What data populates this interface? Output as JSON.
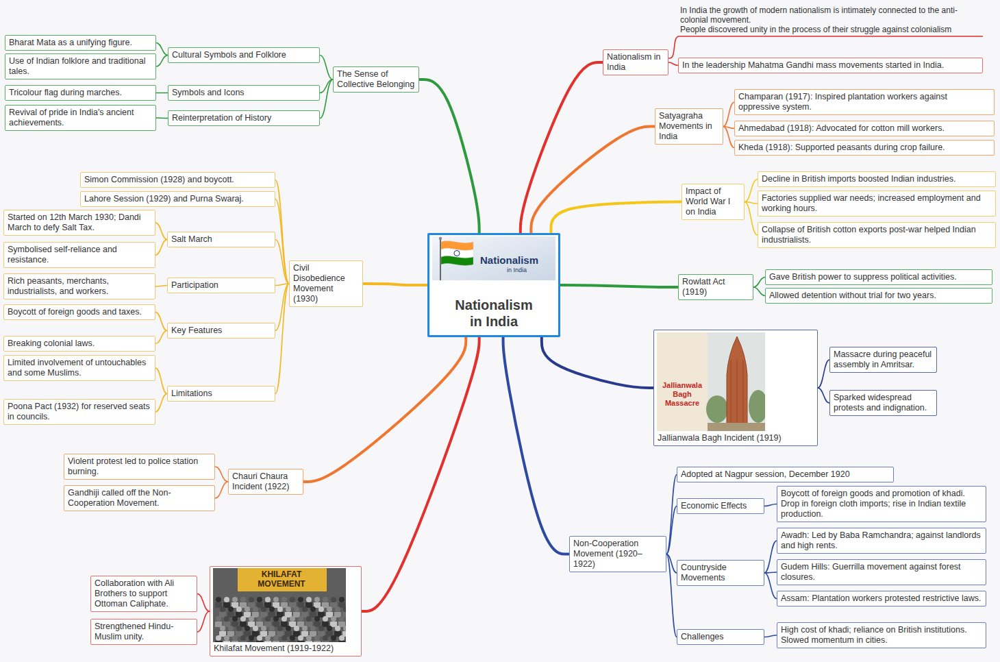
{
  "diagram": {
    "nodes": [
      {
        "text": [
          "Nationalism in India"
        ]
      },
      {
        "text": [
          "The Sense of Collective Belonging"
        ]
      },
      {
        "text": [
          "Cultural Symbols and Folklore"
        ]
      },
      {
        "text": [
          "Symbols and Icons"
        ]
      },
      {
        "text": [
          "Reinterpretation of History"
        ]
      },
      {
        "text": [
          "Bharat Mata as a unifying figure."
        ]
      },
      {
        "text": [
          "Use of Indian folklore and traditional tales."
        ]
      },
      {
        "text": [
          "Tricolour flag during marches."
        ]
      },
      {
        "text": [
          "Revival of pride in India's ancient achievements."
        ]
      },
      {
        "text": [
          "Civil Disobedience Movement (1930)"
        ]
      },
      {
        "text": [
          "Simon Commission (1928) and boycott."
        ]
      },
      {
        "text": [
          "Lahore Session (1929) and Purna Swaraj."
        ]
      },
      {
        "text": [
          "Salt March"
        ]
      },
      {
        "text": [
          "Participation"
        ]
      },
      {
        "text": [
          "Key Features"
        ]
      },
      {
        "text": [
          "Limitations"
        ]
      },
      {
        "text": [
          "Started on 12th March 1930; Dandi March to defy Salt Tax."
        ]
      },
      {
        "text": [
          "Symbolised self-reliance and resistance."
        ]
      },
      {
        "text": [
          "Rich peasants, merchants, industrialists, and workers."
        ]
      },
      {
        "text": [
          "Boycott of foreign goods and taxes."
        ]
      },
      {
        "text": [
          "Breaking colonial laws."
        ]
      },
      {
        "text": [
          "Limited involvement of untouchables and some Muslims."
        ]
      },
      {
        "text": [
          "Poona Pact (1932) for reserved seats in councils."
        ]
      },
      {
        "text": [
          "Chauri Chaura Incident (1922)"
        ]
      },
      {
        "text": [
          "Violent protest led to police station burning."
        ]
      },
      {
        "text": [
          "Gandhiji called off the Non-Cooperation Movement."
        ]
      },
      {
        "text": [
          "Khilafat Movement (1919-1922)"
        ]
      },
      {
        "text": [
          "Collaboration with Ali Brothers to support Ottoman Caliphate."
        ]
      },
      {
        "text": [
          "Strengthened Hindu-Muslim unity."
        ]
      },
      {
        "text": [
          "Nationalism in India"
        ]
      },
      {
        "text": [
          "In the leadership Mahatma Gandhi mass movements started in India."
        ]
      },
      {
        "text": [
          "Satyagraha Movements in India"
        ]
      },
      {
        "text": [
          "Champaran (1917): Inspired plantation workers against oppressive system."
        ]
      },
      {
        "text": [
          "Ahmedabad (1918): Advocated for cotton mill workers."
        ]
      },
      {
        "text": [
          "Kheda (1918): Supported peasants during crop failure."
        ]
      },
      {
        "text": [
          "Impact of World War I on India"
        ]
      },
      {
        "text": [
          "Decline in British imports boosted Indian industries."
        ]
      },
      {
        "text": [
          "Factories supplied war needs; increased employment and working hours."
        ]
      },
      {
        "text": [
          "Collapse of British cotton exports post-war helped Indian industrialists."
        ]
      },
      {
        "text": [
          "Rowlatt Act (1919)"
        ]
      },
      {
        "text": [
          "Gave British power to suppress political activities."
        ]
      },
      {
        "text": [
          "Allowed detention without trial for two years."
        ]
      },
      {
        "text": [
          "Jallianwala Bagh Incident (1919)"
        ]
      },
      {
        "text": [
          "Massacre during peaceful assembly in Amritsar."
        ]
      },
      {
        "text": [
          "Sparked widespread protests and indignation."
        ]
      },
      {
        "text": [
          "Non-Cooperation Movement (1920–1922)"
        ]
      },
      {
        "text": [
          "Adopted at Nagpur session, December 1920"
        ]
      },
      {
        "text": [
          "Economic Effects"
        ]
      },
      {
        "text": [
          "Countryside Movements"
        ]
      },
      {
        "text": [
          "Challenges"
        ]
      },
      {
        "text": [
          "Boycott of foreign goods and promotion of khadi. Drop in foreign cloth imports; rise in Indian textile production."
        ]
      },
      {
        "text": [
          "Awadh: Led by Baba Ramchandra; against landlords and high rents."
        ]
      },
      {
        "text": [
          "Gudem Hills: Guerrilla movement against forest closures."
        ]
      },
      {
        "text": [
          "Assam: Plantation workers protested restrictive laws."
        ]
      },
      {
        "text": [
          "High cost of khadi; reliance on British institutions. Slowed momentum in cities."
        ]
      }
    ],
    "edges": [
      {
        "from": 0,
        "to": 1,
        "arrow": "none"
      },
      {
        "from": 0,
        "to": 9,
        "arrow": "none"
      },
      {
        "from": 0,
        "to": 23,
        "arrow": "none"
      },
      {
        "from": 0,
        "to": 26,
        "arrow": "none"
      },
      {
        "from": 0,
        "to": 29,
        "arrow": "none"
      },
      {
        "from": 0,
        "to": 31,
        "arrow": "none"
      },
      {
        "from": 0,
        "to": 35,
        "arrow": "none"
      },
      {
        "from": 0,
        "to": 39,
        "arrow": "none"
      },
      {
        "from": 0,
        "to": 42,
        "arrow": "none"
      },
      {
        "from": 0,
        "to": 45,
        "arrow": "none"
      },
      {
        "from": 1,
        "to": 2,
        "arrow": "none"
      },
      {
        "from": 1,
        "to": 3,
        "arrow": "none"
      },
      {
        "from": 1,
        "to": 4,
        "arrow": "none"
      },
      {
        "from": 2,
        "to": 5,
        "arrow": "none"
      },
      {
        "from": 2,
        "to": 6,
        "arrow": "none"
      },
      {
        "from": 3,
        "to": 7,
        "arrow": "none"
      },
      {
        "from": 4,
        "to": 8,
        "arrow": "none"
      },
      {
        "from": 9,
        "to": 10,
        "arrow": "none"
      },
      {
        "from": 9,
        "to": 11,
        "arrow": "none"
      },
      {
        "from": 9,
        "to": 12,
        "arrow": "none"
      },
      {
        "from": 9,
        "to": 13,
        "arrow": "none"
      },
      {
        "from": 9,
        "to": 14,
        "arrow": "none"
      },
      {
        "from": 9,
        "to": 15,
        "arrow": "none"
      },
      {
        "from": 12,
        "to": 16,
        "arrow": "none"
      },
      {
        "from": 12,
        "to": 17,
        "arrow": "none"
      },
      {
        "from": 13,
        "to": 18,
        "arrow": "none"
      },
      {
        "from": 14,
        "to": 19,
        "arrow": "none"
      },
      {
        "from": 14,
        "to": 20,
        "arrow": "none"
      },
      {
        "from": 15,
        "to": 21,
        "arrow": "none"
      },
      {
        "from": 15,
        "to": 22,
        "arrow": "none"
      },
      {
        "from": 23,
        "to": 24,
        "arrow": "none"
      },
      {
        "from": 23,
        "to": 25,
        "arrow": "none"
      },
      {
        "from": 26,
        "to": 27,
        "arrow": "none"
      },
      {
        "from": 26,
        "to": 28,
        "arrow": "none"
      },
      {
        "from": 29,
        "to": 30,
        "arrow": "none"
      },
      {
        "from": 31,
        "to": 32,
        "arrow": "none"
      },
      {
        "from": 31,
        "to": 33,
        "arrow": "none"
      },
      {
        "from": 31,
        "to": 34,
        "arrow": "none"
      },
      {
        "from": 35,
        "to": 36,
        "arrow": "none"
      },
      {
        "from": 35,
        "to": 37,
        "arrow": "none"
      },
      {
        "from": 35,
        "to": 38,
        "arrow": "none"
      },
      {
        "from": 39,
        "to": 40,
        "arrow": "none"
      },
      {
        "from": 39,
        "to": 41,
        "arrow": "none"
      },
      {
        "from": 42,
        "to": 43,
        "arrow": "none"
      },
      {
        "from": 42,
        "to": 44,
        "arrow": "none"
      },
      {
        "from": 45,
        "to": 46,
        "arrow": "none"
      },
      {
        "from": 45,
        "to": 47,
        "arrow": "none"
      },
      {
        "from": 45,
        "to": 48,
        "arrow": "none"
      },
      {
        "from": 45,
        "to": 49,
        "arrow": "none"
      },
      {
        "from": 47,
        "to": 50,
        "arrow": "none"
      },
      {
        "from": 48,
        "to": 51,
        "arrow": "none"
      },
      {
        "from": 48,
        "to": 52,
        "arrow": "none"
      },
      {
        "from": 48,
        "to": 53,
        "arrow": "none"
      },
      {
        "from": 49,
        "to": 54,
        "arrow": "none"
      }
    ],
    "labels": [
      "In India the growth of modern nationalism is intimately connected to the anti-colonial movement.",
      "People discovered unity in the process of their struggle against colonialism",
      "Nationalism",
      "in India",
      "Jallianwala Bagh Massacre",
      "KHILAFAT MOVEMENT"
    ]
  }
}
